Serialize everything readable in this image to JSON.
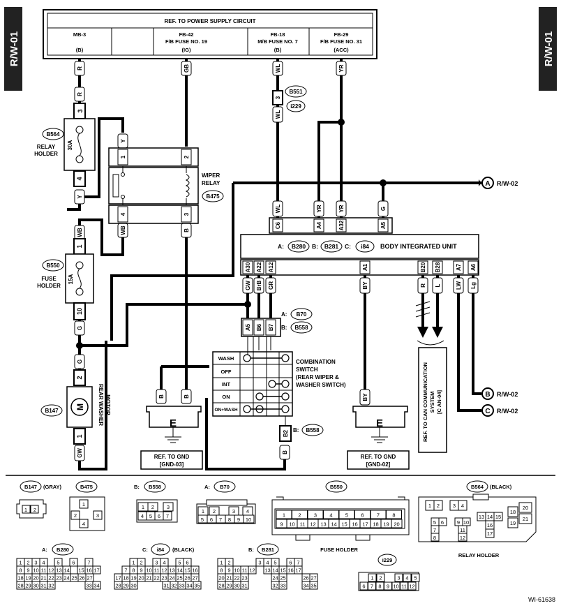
{
  "page_tag": "R/W-01",
  "figure_id": "WI-61638",
  "power_supply": {
    "title": "REF. TO POWER SUPPLY CIRCUIT",
    "cells": [
      {
        "l1": "MB-3",
        "l2": "",
        "l3": "(B)"
      },
      {
        "l1": "",
        "l2": "",
        "l3": ""
      },
      {
        "l1": "FB-42",
        "l2": "F/B FUSE NO. 19",
        "l3": "(IG)"
      },
      {
        "l1": "FB-18",
        "l2": "M/B FUSE NO. 7",
        "l3": "(B)"
      },
      {
        "l1": "FB-29",
        "l2": "F/B FUSE NO. 31",
        "l3": "(ACC)"
      }
    ]
  },
  "components": {
    "relay_holder": {
      "id": "B564",
      "label1": "RELAY",
      "label2": "HOLDER",
      "fuse": "30A",
      "pin_top": "3",
      "pin_bot": "4"
    },
    "fuse_holder": {
      "id": "B550",
      "label1": "FUSE",
      "label2": "HOLDER",
      "fuse": "15A",
      "pin_top": "1",
      "pin_bot": "10"
    },
    "wiper_relay": {
      "id": "B475",
      "label1": "WIPER",
      "label2": "RELAY",
      "p1": "1",
      "p2": "2",
      "p3": "3",
      "p4": "4"
    },
    "motor": {
      "id": "B147",
      "symbol": "M",
      "label1": "REAR WASHER",
      "label2": "MOTOR",
      "p1": "1",
      "p2": "2"
    },
    "joint": {
      "id": "B551",
      "id2": "i229",
      "pin": "3"
    },
    "biu": {
      "title": "BODY INTEGRATED UNIT",
      "prefixA": "A:",
      "idA": "B280",
      "prefixB": "B:",
      "idB": "B281",
      "prefixC": "C:",
      "idC": "i84",
      "top_pins": [
        "C6",
        "A4",
        "A32",
        "A5"
      ],
      "bottom_pins": [
        "A30",
        "A22",
        "A12",
        "A1",
        "B20",
        "B28",
        "A7",
        "A6"
      ]
    },
    "combo": {
      "idA": "B70",
      "idB": "B558",
      "prefixA": "A:",
      "prefixB": "B:",
      "label": [
        "COMBINATION",
        "SWITCH",
        "(REAR WIPER &",
        "WASHER SWITCH)"
      ],
      "pins": [
        "A5",
        "B6",
        "B7"
      ],
      "pin_b2": "B2",
      "rows": [
        "WASH",
        "OFF",
        "INT",
        "ON",
        "ON+WASH"
      ]
    },
    "gnd03": {
      "ref": "REF. TO GND",
      "code": "[GND-03]",
      "symbol": "E"
    },
    "gnd02": {
      "ref": "REF. TO GND",
      "code": "[GND-02]",
      "symbol": "E"
    },
    "can_ref": {
      "l1": "REF. TO CAN COMMUNICATION",
      "l2": "SYSTEM",
      "l3": "[C AN-04]"
    }
  },
  "wires": {
    "r": "R",
    "gb": "GB",
    "wl": "WL",
    "yr": "YR",
    "y": "Y",
    "wb": "WB",
    "b": "B",
    "g": "G",
    "gw": "GW",
    "brb": "BrB",
    "gr": "GR",
    "by": "BY",
    "l": "L",
    "lw": "LW",
    "lg": "Lg"
  },
  "offpage": [
    {
      "letter": "A",
      "ref": "R/W-02"
    },
    {
      "letter": "B",
      "ref": "R/W-02"
    },
    {
      "letter": "C",
      "ref": "R/W-02"
    }
  ],
  "connectors": {
    "b147": {
      "id": "B147",
      "note": "(GRAY)",
      "pins": [
        "1",
        "2"
      ]
    },
    "b475": {
      "id": "B475",
      "pins": [
        "1",
        "2",
        "3",
        "4"
      ]
    },
    "b558": {
      "prefix": "B:",
      "id": "B558",
      "pins": [
        "1",
        "2",
        "3",
        "4",
        "5",
        "6",
        "7"
      ]
    },
    "b70": {
      "prefix": "A:",
      "id": "B70",
      "pins": [
        "1",
        "2",
        "3",
        "4",
        "5",
        "6",
        "7",
        "8",
        "9",
        "10"
      ]
    },
    "b550": {
      "id": "B550",
      "caption": "FUSE HOLDER",
      "pins": [
        "1",
        "2",
        "3",
        "4",
        "5",
        "6",
        "7",
        "8",
        "9",
        "10",
        "11",
        "12",
        "13",
        "14",
        "15",
        "16",
        "17",
        "18",
        "19",
        "20"
      ]
    },
    "b564": {
      "id": "B564",
      "note": "(BLACK)",
      "caption": "RELAY HOLDER",
      "pins": [
        "1",
        "2",
        "3",
        "4",
        "5",
        "6",
        "7",
        "8",
        "9",
        "10",
        "11",
        "12",
        "13",
        "14",
        "15",
        "16",
        "17",
        "18",
        "19",
        "20",
        "21"
      ]
    },
    "b280": {
      "prefix": "A:",
      "id": "B280",
      "rows": [
        [
          "1",
          "2",
          "3",
          "4",
          "5",
          "6",
          "7"
        ],
        [
          "8",
          "9",
          "10",
          "11",
          "12",
          "13",
          "14",
          "15",
          "16",
          "17"
        ],
        [
          "18",
          "19",
          "20",
          "21",
          "22",
          "23",
          "24",
          "25",
          "26",
          "27"
        ],
        [
          "28",
          "29",
          "30",
          "31",
          "32",
          "33",
          "34"
        ]
      ]
    },
    "i84": {
      "prefix": "C:",
      "id": "i84",
      "note": "(BLACK)",
      "rows": [
        [
          "1",
          "2",
          "3",
          "4",
          "5",
          "6"
        ],
        [
          "7",
          "8",
          "9",
          "10",
          "11",
          "12",
          "13",
          "14",
          "15",
          "16"
        ],
        [
          "17",
          "18",
          "19",
          "20",
          "21",
          "22",
          "23",
          "24",
          "25",
          "26",
          "27"
        ],
        [
          "28",
          "29",
          "30",
          "31",
          "32",
          "33",
          "34",
          "35"
        ]
      ]
    },
    "b281": {
      "prefix": "B:",
      "id": "B281",
      "rows": [
        [
          "1",
          "2",
          "3",
          "4",
          "5",
          "6",
          "7"
        ],
        [
          "8",
          "9",
          "10",
          "11",
          "12",
          "13",
          "14",
          "15",
          "16",
          "17"
        ],
        [
          "20",
          "21",
          "22",
          "23",
          "24",
          "25",
          "26",
          "27"
        ],
        [
          "28",
          "29",
          "30",
          "31",
          "32",
          "33",
          "34",
          "35"
        ]
      ]
    },
    "i229": {
      "id": "i229",
      "pins": [
        "1",
        "2",
        "3",
        "4",
        "5",
        "6",
        "7",
        "8",
        "9",
        "10",
        "11",
        "12"
      ]
    }
  }
}
